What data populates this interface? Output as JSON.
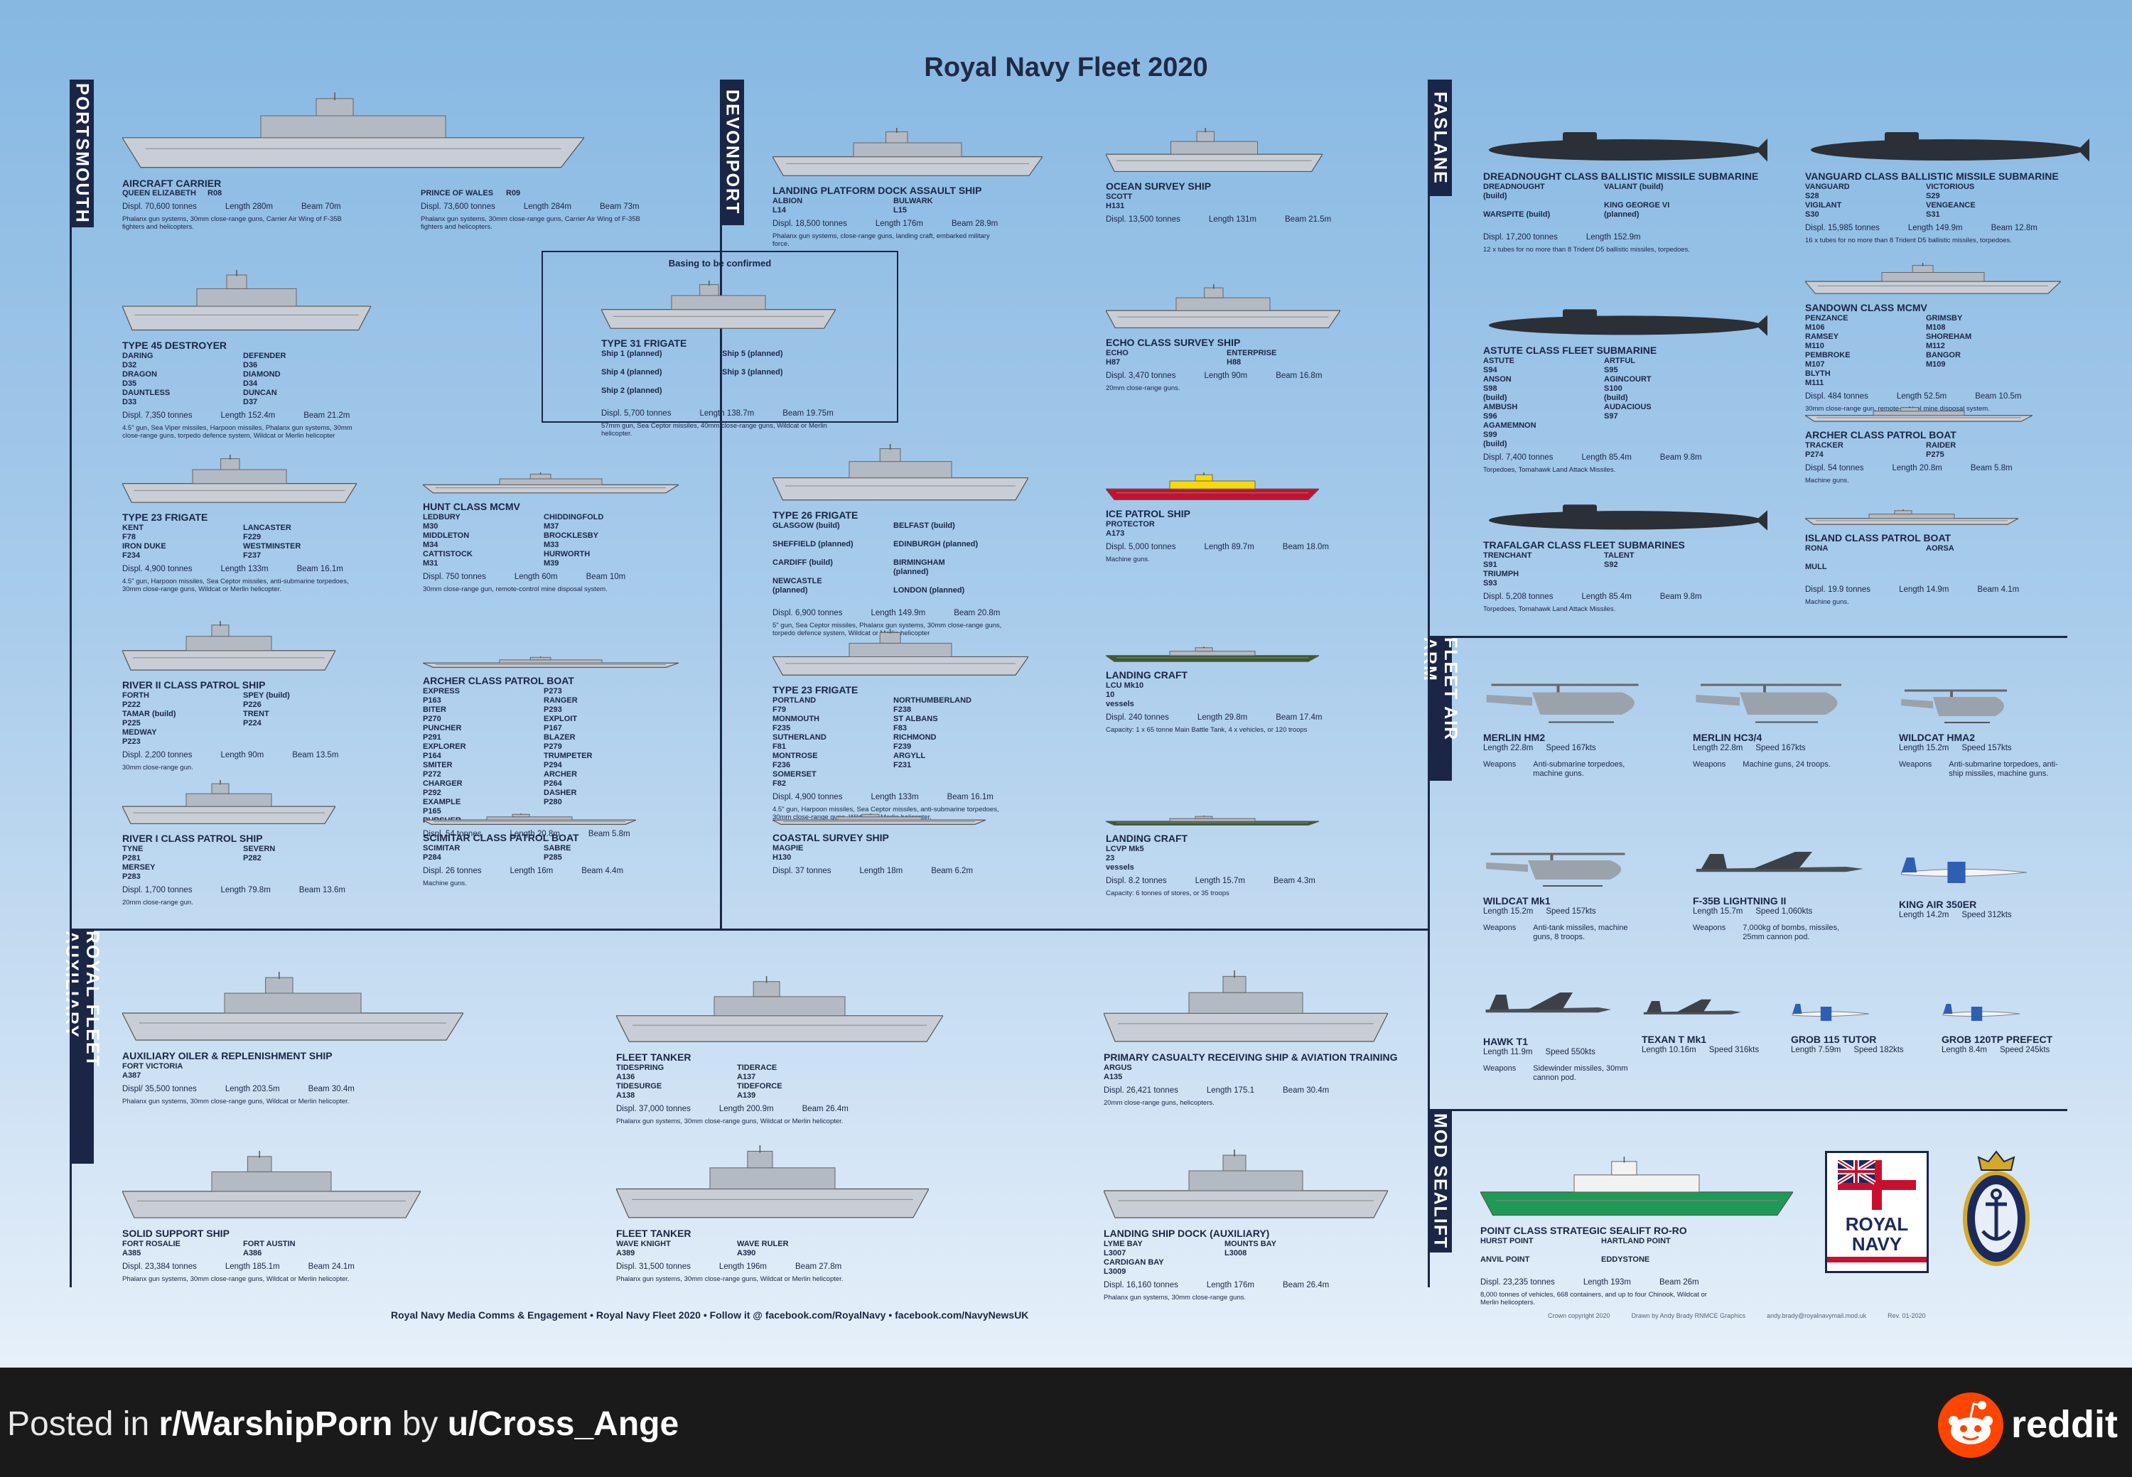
{
  "title": "Royal Navy Fleet 2020",
  "sections": {
    "portsmouth": "PORTSMOUTH",
    "devonport": "DEVONPORT",
    "faslane": "FASLANE",
    "fleet_air_arm": "FLEET AIR ARM",
    "royal_fleet_auxiliary": "ROYAL FLEET AUXILIARY",
    "mod_sealift": "MOD SEALIFT"
  },
  "tbc_label": "Basing to be confirmed",
  "ships": {
    "carrier": {
      "name": "AIRCRAFT CARRIER",
      "unit1": "QUEEN ELIZABETH",
      "code1": "R08",
      "unit2": "PRINCE OF WALES",
      "code2": "R09",
      "displ1": "Displ. 70,600 tonnes",
      "len1": "Length  280m",
      "beam1": "Beam  70m",
      "displ2": "Displ. 73,600 tonnes",
      "len2": "Length  284m",
      "beam2": "Beam  73m",
      "note": "Phalanx gun systems, 30mm close-range guns, Carrier Air Wing of F-35B fighters and helicopters."
    },
    "lpd": {
      "name": "LANDING PLATFORM DOCK ASSAULT SHIP",
      "units": [
        "ALBION",
        "L14",
        "BULWARK",
        "L15"
      ],
      "displ": "Displ. 18,500 tonnes",
      "len": "Length  176m",
      "beam": "Beam  28.9m",
      "note": "Phalanx gun systems, close-range guns, landing craft, embarked military force."
    },
    "survey": {
      "name": "OCEAN SURVEY SHIP",
      "units": [
        "SCOTT",
        "H131"
      ],
      "displ": "Displ. 13,500 tonnes",
      "len": "Length  131m",
      "beam": "Beam  21.5m",
      "note": ""
    },
    "t45": {
      "name": "TYPE 45 DESTROYER",
      "units": [
        "DARING",
        "D32",
        "DRAGON",
        "D35",
        "DAUNTLESS",
        "D33",
        "DEFENDER",
        "D36",
        "DIAMOND",
        "D34",
        "DUNCAN",
        "D37"
      ],
      "displ": "Displ. 7,350 tonnes",
      "len": "Length  152.4m",
      "beam": "Beam  21.2m",
      "note": "4.5\" gun, Sea Viper missiles, Harpoon missiles, Phalanx gun systems, 30mm close-range guns, torpedo defence system, Wildcat or Merlin helicopter"
    },
    "t31": {
      "name": "TYPE 31 FRIGATE",
      "units": [
        "Ship 1 (planned)",
        "",
        "Ship 4 (planned)",
        "",
        "Ship 2 (planned)",
        "",
        "Ship 5 (planned)",
        "",
        "Ship 3 (planned)",
        "",
        "",
        ""
      ],
      "displ": "Displ. 5,700 tonnes",
      "len": "Length  138.7m",
      "beam": "Beam  19.75m",
      "note": "57mm gun, Sea Ceptor missiles, 40mm close-range guns, Wildcat or Merlin helicopter."
    },
    "echo": {
      "name": "ECHO CLASS SURVEY SHIP",
      "units": [
        "ECHO",
        "H87",
        "ENTERPRISE",
        "H88"
      ],
      "displ": "Displ. 3,470 tonnes",
      "len": "Length  90m",
      "beam": "Beam  16.8m",
      "note": "20mm close-range guns."
    },
    "t23p": {
      "name": "TYPE 23 FRIGATE",
      "units": [
        "KENT",
        "F78",
        "IRON DUKE",
        "F234",
        "LANCASTER",
        "F229",
        "WESTMINSTER",
        "F237"
      ],
      "displ": "Displ. 4,900 tonnes",
      "len": "Length  133m",
      "beam": "Beam  16.1m",
      "note": "4.5\" gun, Harpoon missiles, Sea Ceptor missiles, anti-submarine torpedoes, 30mm close-range guns, Wildcat or Merlin helicopter."
    },
    "hunt": {
      "name": "HUNT CLASS MCMV",
      "units": [
        "LEDBURY",
        "M30",
        "MIDDLETON",
        "M34",
        "CATTISTOCK",
        "M31",
        "CHIDDINGFOLD",
        "M37",
        "BROCKLESBY",
        "M33",
        "HURWORTH",
        "M39"
      ],
      "displ": "Displ. 750 tonnes",
      "len": "Length  60m",
      "beam": "Beam  10m",
      "note": "30mm close-range gun, remote-control mine disposal system."
    },
    "t26": {
      "name": "TYPE 26 FRIGATE",
      "units": [
        "GLASGOW  (build)",
        "",
        "SHEFFIELD  (planned)",
        "",
        "CARDIFF  (build)",
        "",
        "NEWCASTLE  (planned)",
        "",
        "BELFAST  (build)",
        "",
        "EDINBURGH  (planned)",
        "",
        "BIRMINGHAM  (planned)",
        "",
        "LONDON  (planned)",
        ""
      ],
      "displ": "Displ. 6,900 tonnes",
      "len": "Length  149.9m",
      "beam": "Beam  20.8m",
      "note": "5\" gun, Sea Ceptor missiles, Phalanx gun systems, 30mm close-range guns, torpedo defence system, Wildcat or Merlin helicopter"
    },
    "ice": {
      "name": "ICE PATROL SHIP",
      "units": [
        "PROTECTOR",
        "A173"
      ],
      "displ": "Displ. 5,000 tonnes",
      "len": "Length  89.7m",
      "beam": "Beam  18.0m",
      "note": "Machine guns."
    },
    "river2": {
      "name": "RIVER II CLASS PATROL SHIP",
      "units": [
        "FORTH",
        "P222",
        "TAMAR  (build)",
        "P225",
        "MEDWAY",
        "P223",
        "SPEY  (build)",
        "P226",
        "TRENT",
        "P224",
        "",
        ""
      ],
      "displ": "Displ.  2,200 tonnes",
      "len": "Length  90m",
      "beam": "Beam  13.5m",
      "note": "30mm close-range gun."
    },
    "archerp": {
      "name": "ARCHER CLASS PATROL BOAT",
      "units": [
        "EXPRESS",
        "P163",
        "BITER",
        "P270",
        "PUNCHER",
        "P291",
        "EXPLORER",
        "P164",
        "SMITER",
        "P272",
        "CHARGER",
        "P292",
        "EXAMPLE",
        "P165",
        "PURSUER",
        "P273",
        "RANGER",
        "P293",
        "EXPLOIT",
        "P167",
        "BLAZER",
        "P279",
        "TRUMPETER",
        "P294",
        "ARCHER",
        "P264",
        "DASHER",
        "P280",
        "",
        ""
      ],
      "displ": "Displ. 54 tonnes",
      "len": "Length  20.8m",
      "beam": "Beam  5.8m",
      "note": ""
    },
    "t23d": {
      "name": "TYPE 23 FRIGATE",
      "units": [
        "PORTLAND",
        "F79",
        "MONMOUTH",
        "F235",
        "SUTHERLAND",
        "F81",
        "MONTROSE",
        "F236",
        "SOMERSET",
        "F82",
        "NORTHUMBERLAND",
        "F238",
        "ST ALBANS",
        "F83",
        "RICHMOND",
        "F239",
        "ARGYLL",
        "F231",
        "",
        ""
      ],
      "displ": "Displ. 4,900 tonnes",
      "len": "Length  133m",
      "beam": "Beam  16.1m",
      "note": "4.5\" gun, Harpoon missiles, Sea Ceptor missiles, anti-submarine torpedoes, 30mm close-range guns, Wildcat or Merlin helicopter."
    },
    "lcu": {
      "name": "LANDING CRAFT",
      "units": [
        "LCU Mk10",
        "10 vessels"
      ],
      "displ": "Displ. 240 tonnes",
      "len": "Length  29.8m",
      "beam": "Beam  17.4m",
      "note": "Capacity: 1 x 65 tonne Main Battle Tank, 4 x vehicles, or 120 troops"
    },
    "river1": {
      "name": "RIVER I CLASS PATROL SHIP",
      "units": [
        "TYNE",
        "P281",
        "MERSEY",
        "P283",
        "SEVERN",
        "P282",
        "",
        ""
      ],
      "displ": "Displ. 1,700 tonnes",
      "len": "Length  79.8m",
      "beam": "Beam  13.6m",
      "note": "20mm close-range gun."
    },
    "scimitar": {
      "name": "SCIMITAR CLASS PATROL BOAT",
      "units": [
        "SCIMITAR",
        "P284",
        "SABRE",
        "P285"
      ],
      "displ": "Displ. 26 tonnes",
      "len": "Length  16m",
      "beam": "Beam  4.4m",
      "note": "Machine guns."
    },
    "coastal": {
      "name": "COASTAL SURVEY SHIP",
      "units": [
        "MAGPIE",
        "H130"
      ],
      "displ": "Displ. 37 tonnes",
      "len": "Length  18m",
      "beam": "Beam  6.2m",
      "note": ""
    },
    "lcvp": {
      "name": "LANDING CRAFT",
      "units": [
        "LCVP Mk5",
        "23 vessels"
      ],
      "displ": "Displ. 8.2 tonnes",
      "len": "Length  15.7m",
      "beam": "Beam  4.3m",
      "note": "Capacity: 6 tonnes of stores, or 35 troops"
    },
    "dread": {
      "name": "DREADNOUGHT CLASS BALLISTIC MISSILE SUBMARINE",
      "units": [
        "DREADNOUGHT  (build)",
        "",
        "WARSPITE  (build)",
        "",
        "VALIANT  (build)",
        "",
        "KING GEORGE VI  (planned)",
        ""
      ],
      "displ": "Displ. 17,200 tonnes",
      "len": "Length  152.9m",
      "beam": "",
      "note": "12 x tubes for no more than 8 Trident D5 ballistic missiles, torpedoes."
    },
    "vanguard": {
      "name": "VANGUARD CLASS BALLISTIC MISSILE SUBMARINE",
      "units": [
        "VANGUARD",
        "S28",
        "VIGILANT",
        "S30",
        "VICTORIOUS",
        "S29",
        "VENGEANCE",
        "S31"
      ],
      "displ": "Displ. 15,985 tonnes",
      "len": "Length  149.9m",
      "beam": "Beam  12.8m",
      "note": "16 x tubes for no more than 8 Trident D5 ballistic missiles, torpedoes."
    },
    "astute": {
      "name": "ASTUTE CLASS FLEET SUBMARINE",
      "units": [
        "ASTUTE",
        "S94",
        "ANSON",
        "S98  (build)",
        "AMBUSH",
        "S96",
        "AGAMEMNON",
        "S99  (build)",
        "ARTFUL",
        "S95",
        "AGINCOURT",
        "S100  (build)",
        "AUDACIOUS",
        "S97",
        "",
        ""
      ],
      "displ": "Displ. 7,400  tonnes",
      "len": "Length  85.4m",
      "beam": "Beam  9.8m",
      "note": "Torpedoes, Tomahawk Land Attack Missiles."
    },
    "sandown": {
      "name": "SANDOWN CLASS MCMV",
      "units": [
        "PENZANCE",
        "M106",
        "RAMSEY",
        "M110",
        "PEMBROKE",
        "M107",
        "BLYTH",
        "M111",
        "GRIMSBY",
        "M108",
        "SHOREHAM",
        "M112",
        "BANGOR",
        "M109",
        "",
        ""
      ],
      "displ": "Displ. 484 tonnes",
      "len": "Length  52.5m",
      "beam": "Beam  10.5m",
      "note": "30mm close-range gun, remote-control mine disposal system."
    },
    "archerf": {
      "name": "ARCHER CLASS PATROL BOAT",
      "units": [
        "TRACKER",
        "P274",
        "RAIDER",
        "P275"
      ],
      "displ": "Displ. 54 tonnes",
      "len": "Length  20.8m",
      "beam": "Beam  5.8m",
      "note": "Machine guns."
    },
    "trafalgar": {
      "name": "TRAFALGAR CLASS FLEET SUBMARINES",
      "units": [
        "TRENCHANT",
        "S91",
        "TRIUMPH",
        "S93",
        "TALENT",
        "S92",
        "",
        ""
      ],
      "displ": "Displ. 5,208  tonnes",
      "len": "Length  85.4m",
      "beam": "Beam  9.8m",
      "note": "Torpedoes, Tomahawk Land Attack Missiles."
    },
    "island": {
      "name": "ISLAND CLASS PATROL BOAT",
      "units": [
        "RONA",
        "",
        "MULL",
        "",
        "AORSA",
        "",
        "",
        ""
      ],
      "displ": "Displ. 19.9 tonnes",
      "len": "Length  14.9m",
      "beam": "Beam  4.1m",
      "note": "Machine guns."
    },
    "oiler": {
      "name": "AUXILIARY OILER & REPLENISHMENT SHIP",
      "units": [
        "FORT VICTORIA",
        "A387"
      ],
      "displ": "Displ/  35,500 tonnes",
      "len": "Length  203.5m",
      "beam": "Beam  30.4m",
      "note": "Phalanx gun systems, 30mm close-range guns, Wildcat or Merlin helicopter."
    },
    "tanker1": {
      "name": "FLEET TANKER",
      "units": [
        "TIDESPRING",
        "A136",
        "TIDESURGE",
        "A138",
        "TIDERACE",
        "A137",
        "TIDEFORCE",
        "A139"
      ],
      "displ": "Displ. 37,000 tonnes",
      "len": "Length  200.9m",
      "beam": "Beam  26.4m",
      "note": "Phalanx gun systems, 30mm close-range guns, Wildcat or Merlin helicopter."
    },
    "argus": {
      "name": "PRIMARY CASUALTY RECEIVING SHIP & AVIATION TRAINING",
      "units": [
        "ARGUS",
        "A135"
      ],
      "displ": "Displ.  26,421 tonnes",
      "len": "Length  175.1",
      "beam": "Beam  30.4m",
      "note": "20mm close-range guns, helicopters."
    },
    "solid": {
      "name": "SOLID SUPPORT SHIP",
      "units": [
        "FORT ROSALIE",
        "A385",
        "FORT AUSTIN",
        "A386"
      ],
      "displ": "Displ.  23,384 tonnes",
      "len": "Length  185.1m",
      "beam": "Beam  24.1m",
      "note": "Phalanx gun systems, 30mm close-range guns, Wildcat or Merlin helicopter."
    },
    "tanker2": {
      "name": "FLEET TANKER",
      "units": [
        "WAVE KNIGHT",
        "A389",
        "WAVE RULER",
        "A390"
      ],
      "displ": "Displ.  31,500 tonnes",
      "len": "Length  196m",
      "beam": "Beam  27.8m",
      "note": "Phalanx gun systems, 30mm close-range guns, Wildcat or Merlin helicopter."
    },
    "bay": {
      "name": "LANDING SHIP DOCK (AUXILIARY)",
      "units": [
        "LYME BAY",
        "L3007",
        "CARDIGAN BAY",
        "L3009",
        "MOUNTS BAY",
        "L3008",
        "",
        ""
      ],
      "displ": "Displ.  16,160 tonnes",
      "len": "Length  176m",
      "beam": "Beam  26.4m",
      "note": "Phalanx gun systems, 30mm close-range guns."
    },
    "point": {
      "name": "POINT CLASS STRATEGIC SEALIFT RO-RO",
      "units": [
        "HURST POINT",
        "",
        "ANVIL POINT",
        "",
        "HARTLAND POINT",
        "",
        "EDDYSTONE",
        ""
      ],
      "displ": "Displ.  23,235 tonnes",
      "len": "Length  193m",
      "beam": "Beam  26m",
      "note": "8,000 tonnes of vehicles, 668 containers, and up to four Chinook, Wildcat or Merlin helicopters."
    }
  },
  "aircraft": [
    {
      "name": "MERLIN HM2",
      "len": "Length  22.8m",
      "spd": "Speed  167kts",
      "wpn_lbl": "Weapons",
      "wpn": "Anti-submarine torpedoes, machine guns."
    },
    {
      "name": "MERLIN HC3/4",
      "len": "Length  22.8m",
      "spd": "Speed  167kts",
      "wpn_lbl": "Weapons",
      "wpn": "Machine guns, 24 troops."
    },
    {
      "name": "WILDCAT HMA2",
      "len": "Length  15.2m",
      "spd": "Speed  157kts",
      "wpn_lbl": "Weapons",
      "wpn": "Anti-submarine torpedoes, anti-ship missiles, machine guns."
    },
    {
      "name": "WILDCAT Mk1",
      "len": "Length  15.2m",
      "spd": "Speed  157kts",
      "wpn_lbl": "Weapons",
      "wpn": "Anti-tank missiles, machine guns, 8 troops."
    },
    {
      "name": "F-35B LIGHTNING II",
      "len": "Length  15.7m",
      "spd": "Speed  1,060kts",
      "wpn_lbl": "Weapons",
      "wpn": "7,000kg of bombs, missiles, 25mm cannon pod."
    },
    {
      "name": "KING AIR 350ER",
      "len": "Length  14.2m",
      "spd": "Speed  312kts",
      "wpn_lbl": "",
      "wpn": ""
    },
    {
      "name": "HAWK T1",
      "len": "Length  11.9m",
      "spd": "Speed  550kts",
      "wpn_lbl": "Weapons",
      "wpn": "Sidewinder missiles, 30mm cannon pod."
    },
    {
      "name": "TEXAN T Mk1",
      "len": "Length  10.16m",
      "spd": "Speed  316kts",
      "wpn_lbl": "",
      "wpn": ""
    },
    {
      "name": "GROB 115 TUTOR",
      "len": "Length  7.59m",
      "spd": "Speed  182kts",
      "wpn_lbl": "",
      "wpn": ""
    },
    {
      "name": "GROB 120TP  PREFECT",
      "len": "Length  8.4m",
      "spd": "Speed  245kts",
      "wpn_lbl": "",
      "wpn": ""
    }
  ],
  "footer": "Royal Navy Media Comms & Engagement  •  Royal Navy Fleet 2020  •  Follow it @ facebook.com/RoyalNavy  •  facebook.com/NavyNewsUK",
  "credits": [
    "Crown copyright 2020",
    "Drawn by Andy Brady RNMCE Graphics",
    "andy.brady@royalnavymail.mod.uk",
    "Rev. 01-2020"
  ],
  "logo": {
    "line1": "ROYAL",
    "line2": "NAVY"
  },
  "reddit": {
    "posted_in": "Posted in ",
    "subreddit": "r/WarshipPorn",
    "by": " by ",
    "user": "u/Cross_Ange",
    "brand": "reddit"
  },
  "colors": {
    "navy": "#1b2646",
    "hull": "#c9ced6",
    "sub": "#2b2f36",
    "red": "#c8102e",
    "green": "#1e9a54",
    "orange": "#ff4500"
  }
}
